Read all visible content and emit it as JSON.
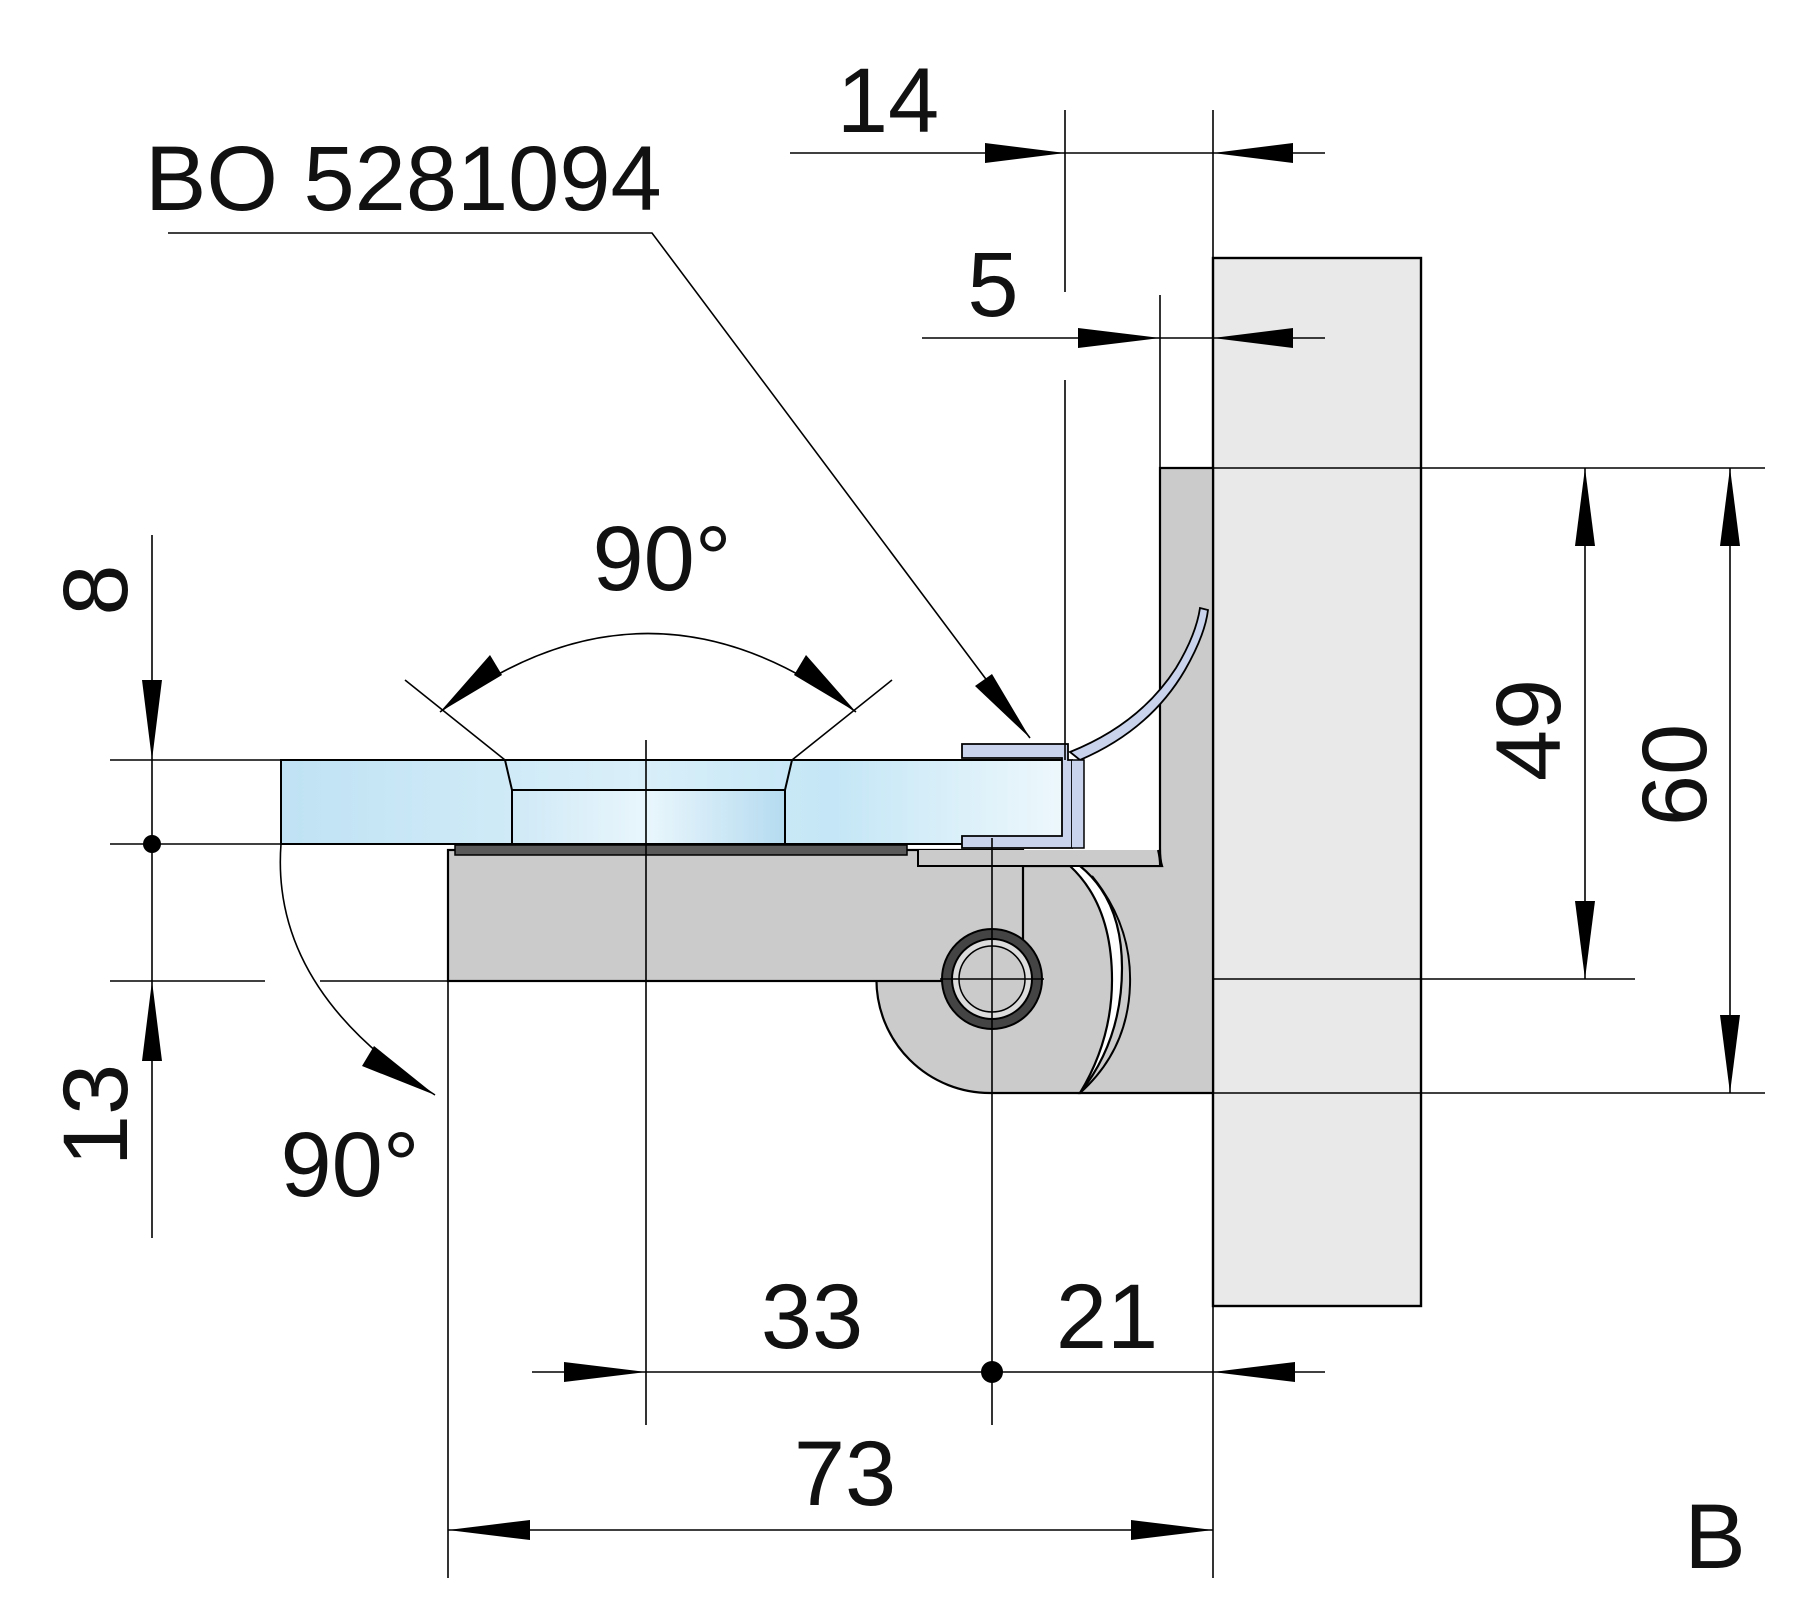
{
  "drawing": {
    "view_label": "B",
    "part_callout": "BO 5281094",
    "angles": {
      "top": "90°",
      "bottom": "90°"
    },
    "dimensions": {
      "d14": "14",
      "d5": "5",
      "d8": "8",
      "d13": "13",
      "d49": "49",
      "d60": "60",
      "d33": "33",
      "d21": "21",
      "d73": "73"
    },
    "colors": {
      "glass": "#bfe2f4",
      "glass_light": "#e6f4fb",
      "metal": "#cbcbcb",
      "wall": "#e9e9e9",
      "gasket": "#5a5a5a",
      "seal": "#c9d3ec"
    }
  }
}
